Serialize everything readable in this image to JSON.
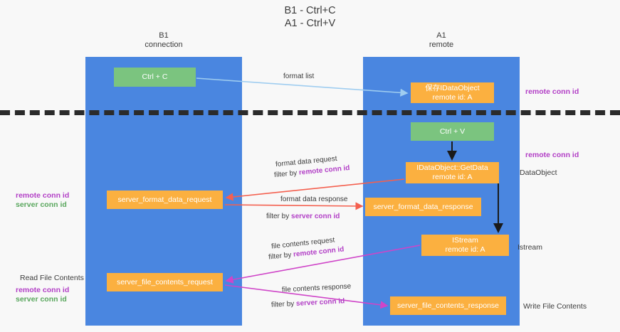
{
  "title": {
    "line1": "B1 - Ctrl+C",
    "line2": "A1 - Ctrl+V"
  },
  "columns": [
    {
      "id": "b1",
      "name": "B1",
      "role": "connection"
    },
    {
      "id": "a1",
      "name": "A1",
      "role": "remote"
    }
  ],
  "nodes": {
    "ctrl_c": {
      "label": "Ctrl + C",
      "color": "#7bc47f"
    },
    "save_dataobject": {
      "label": "保存IDataObject",
      "sublabel": "remote id: A",
      "color": "#fbb040"
    },
    "ctrl_v": {
      "label": "Ctrl + V",
      "color": "#7bc47f"
    },
    "getdata": {
      "label": "IDataObject::GetData",
      "sublabel": "remote id: A",
      "color": "#fbb040"
    },
    "server_format_data_request": {
      "label": "server_format_data_request",
      "color": "#fbb040"
    },
    "server_format_data_response": {
      "label": "server_format_data_response",
      "color": "#fbb040"
    },
    "istream": {
      "label": "IStream",
      "sublabel": "remote id: A",
      "color": "#fbb040"
    },
    "server_file_contents_request": {
      "label": "server_file_contents_request",
      "color": "#fbb040"
    },
    "server_file_contents_response": {
      "label": "server_file_contents_response",
      "color": "#fbb040"
    }
  },
  "edge_labels": {
    "format_list": "format list",
    "format_data_request": "format data request",
    "format_data_request_filter_prefix": "filter by ",
    "format_data_request_filter_key": "remote conn id",
    "format_data_response": "format data response",
    "format_data_response_filter_prefix": "filter by ",
    "format_data_response_filter_key": "server conn id",
    "file_contents_request": "file contents request",
    "file_contents_request_filter_prefix": "filter by ",
    "file_contents_request_filter_key": "remote conn id",
    "file_contents_response": "file contents response",
    "file_contents_response_filter_prefix": "filter by ",
    "file_contents_response_filter_key": "server conn id"
  },
  "annotations": {
    "right_remote_conn_id_top": "remote conn id",
    "right_remote_conn_id_mid": "remote conn id",
    "right_dataobject": "DataObject",
    "right_istream": "Istream",
    "right_write_file_contents": "Write File Contents",
    "left_remote_conn_id_mid": "remote conn id",
    "left_server_conn_id_mid": "server conn id",
    "left_read_file_contents": "Read File Contents",
    "left_remote_conn_id_bottom": "remote conn id",
    "left_server_conn_id_bottom": "server conn id"
  },
  "colors": {
    "lane": "#4a86e0",
    "green_node": "#7bc47f",
    "orange_node": "#fbb040",
    "purple_text": "#b23fc6",
    "green_text": "#5aa75e",
    "arrow_light_blue": "#9fcdf0",
    "arrow_red": "#f4604f",
    "arrow_magenta": "#cf45c8",
    "arrow_black": "#1a1a1a",
    "divider": "#2b2b2b",
    "background": "#f8f8f8"
  }
}
